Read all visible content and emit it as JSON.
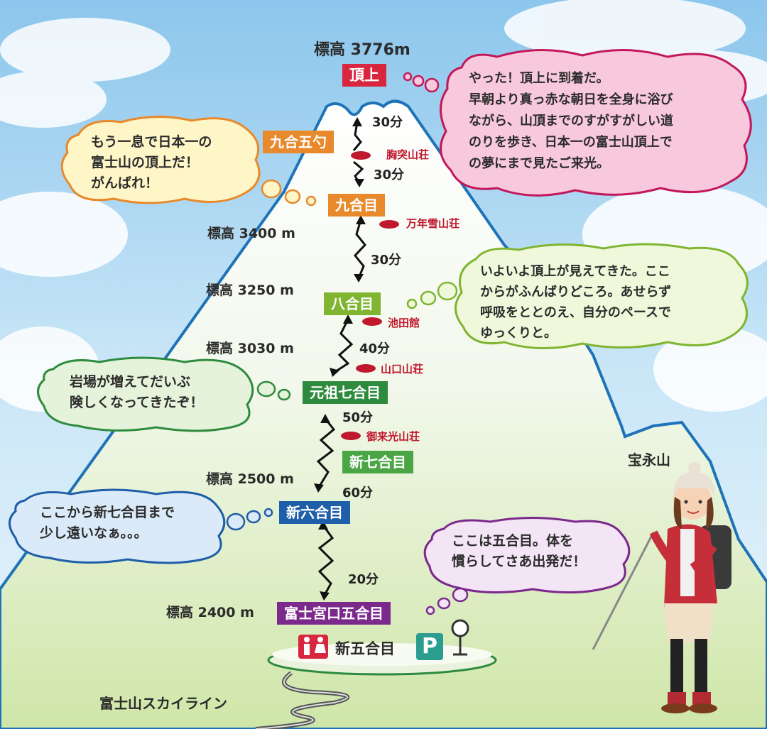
{
  "summit": {
    "elevation_label": "標高 3776m",
    "name": "頂上"
  },
  "stations": {
    "kyugo_goshaku": "九合五勺",
    "kyugome": "九合目",
    "hachigome": "八合目",
    "ganso_nanagome": "元祖七合目",
    "shin_nanagome": "新七合目",
    "shin_rokugome": "新六合目",
    "gogome": "富士宮口五合目",
    "shin_gogome": "新五合目"
  },
  "elevations": {
    "kyugome": "標高 3400 m",
    "hachigome": "標高 3250 m",
    "ganso_nanagome": "標高 3030 m",
    "shin_nanagome": "標高 2500 m",
    "gogome": "標高 2400 m"
  },
  "times": {
    "summit_to_goshaku": "30分",
    "goshaku_to_kyugome": "30分",
    "kyugome_to_hachigome": "30分",
    "hachigome_to_nanagome": "40分",
    "nanagome_to_shin_nanagome": "50分",
    "shin_nanagome_to_rokugome": "60分",
    "rokugome_to_gogome": "20分"
  },
  "huts": {
    "munatsuki": "胸突山荘",
    "mannenyuki": "万年雪山荘",
    "ikeda": "池田館",
    "yamaguchi": "山口山荘",
    "goraiko": "御来光山荘"
  },
  "bubbles": {
    "summit": "やった！頂上に到着だ。\n早朝より真っ赤な朝日を全身に浴び\nながら、山頂までのすがすがしい道\nのりを歩き、日本一の富士山頂上で\nの夢にまで見たご来光。",
    "goshaku": "もう一息で日本一の\n富士山の頂上だ！\nがんばれ！",
    "hachigome": "いよいよ頂上が見えてきた。ここ\nからがふんばりどころ。あせらず\n呼吸をととのえ、自分のペースで\nゆっくりと。",
    "nanagome": "岩場が増えてだいぶ\n険しくなってきたぞ！",
    "rokugome": "ここから新七合目まで\n少し遠いなぁ。。。",
    "gogome": "ここは五合目。体を\n慣らしてさあ出発だ！"
  },
  "labels": {
    "hoeizan": "宝永山",
    "skyline": "富士山スカイライン",
    "parking": "P"
  },
  "icons": {
    "restroom": "restroom-icon",
    "parking": "parking-icon",
    "info_sign": "signpost-icon"
  },
  "colors": {
    "summit": "#d7263d",
    "kyugo": "#e8892b",
    "hachi": "#7fb531",
    "nana": "#2e8b3e",
    "roku": "#1f5ea8",
    "gogo": "#7b2a8c",
    "hut": "#c0182c",
    "mountain_outline": "#1e73b8"
  }
}
